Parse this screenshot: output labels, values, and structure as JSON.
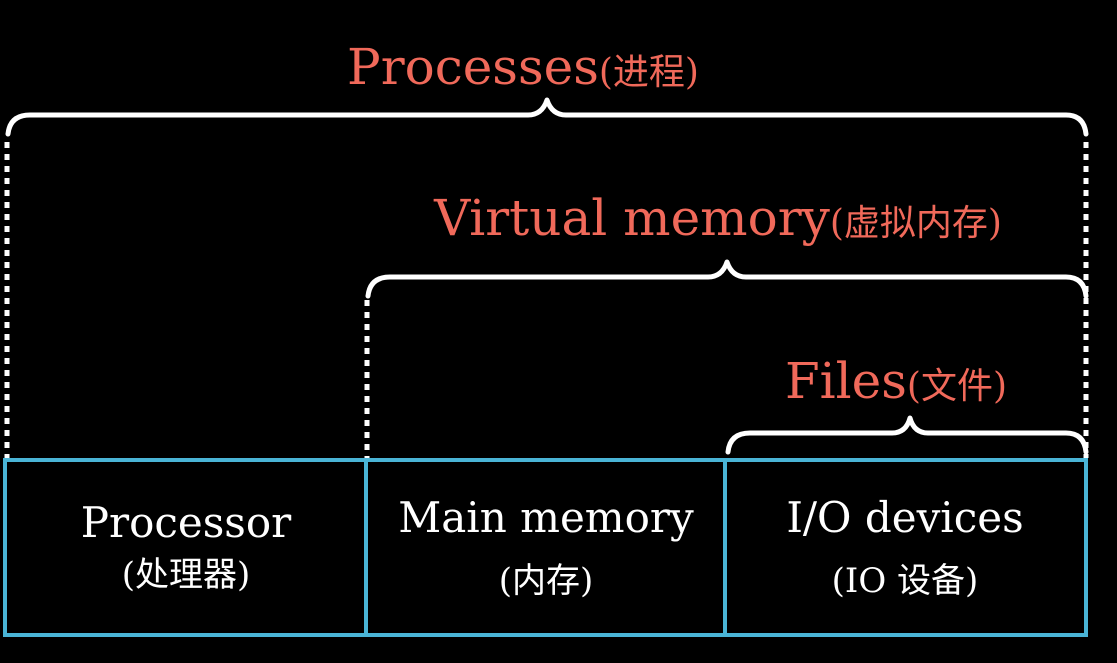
{
  "diagram": {
    "title": "Abstractions provided by an operating system",
    "colors": {
      "background": "#000000",
      "abstraction_label": "#f0695a",
      "hardware_box_border": "#4ab4d6",
      "brace": "#ffffff",
      "component_text": "#ffffff"
    },
    "abstractions": [
      {
        "id": "processes",
        "label": "Processes",
        "label_zh": "(进程)",
        "spans": [
          "processor",
          "main_memory",
          "io_devices"
        ]
      },
      {
        "id": "virtual_memory",
        "label": "Virtual memory",
        "label_zh": "(虚拟内存)",
        "spans": [
          "main_memory",
          "io_devices"
        ]
      },
      {
        "id": "files",
        "label": "Files",
        "label_zh": "(文件)",
        "spans": [
          "io_devices"
        ]
      }
    ],
    "components": [
      {
        "id": "processor",
        "label": "Processor",
        "label_zh": "(处理器)"
      },
      {
        "id": "main_memory",
        "label": "Main memory",
        "label_zh": "(内存)"
      },
      {
        "id": "io_devices",
        "label": "I/O devices",
        "label_zh": "(IO 设备)"
      }
    ]
  }
}
